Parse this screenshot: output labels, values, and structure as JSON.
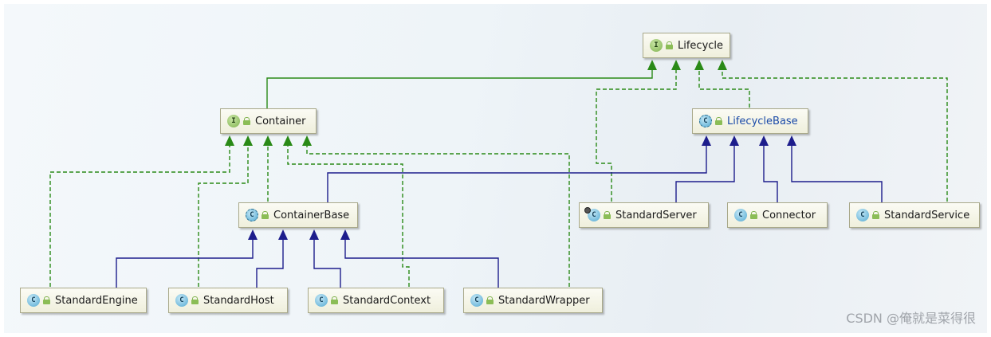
{
  "colors": {
    "realization": "#2a8a17",
    "inheritance": "#1d1d8c"
  },
  "nodes": {
    "lifecycle": {
      "label": "Lifecycle",
      "kind": "I",
      "icon": "interface-icon"
    },
    "container": {
      "label": "Container",
      "kind": "I",
      "icon": "interface-icon"
    },
    "lifecycle_base": {
      "label": "LifecycleBase",
      "kind": "C",
      "icon": "abstract-class-icon"
    },
    "container_base": {
      "label": "ContainerBase",
      "kind": "C",
      "icon": "abstract-class-icon"
    },
    "standard_server": {
      "label": "StandardServer",
      "kind": "C",
      "icon": "class-icon"
    },
    "connector": {
      "label": "Connector",
      "kind": "C",
      "icon": "class-icon"
    },
    "standard_service": {
      "label": "StandardService",
      "kind": "C",
      "icon": "class-icon"
    },
    "standard_engine": {
      "label": "StandardEngine",
      "kind": "C",
      "icon": "class-icon"
    },
    "standard_host": {
      "label": "StandardHost",
      "kind": "C",
      "icon": "class-icon"
    },
    "standard_context": {
      "label": "StandardContext",
      "kind": "C",
      "icon": "class-icon"
    },
    "standard_wrapper": {
      "label": "StandardWrapper",
      "kind": "C",
      "icon": "class-icon"
    }
  },
  "watermark": "CSDN @俺就是菜得很"
}
